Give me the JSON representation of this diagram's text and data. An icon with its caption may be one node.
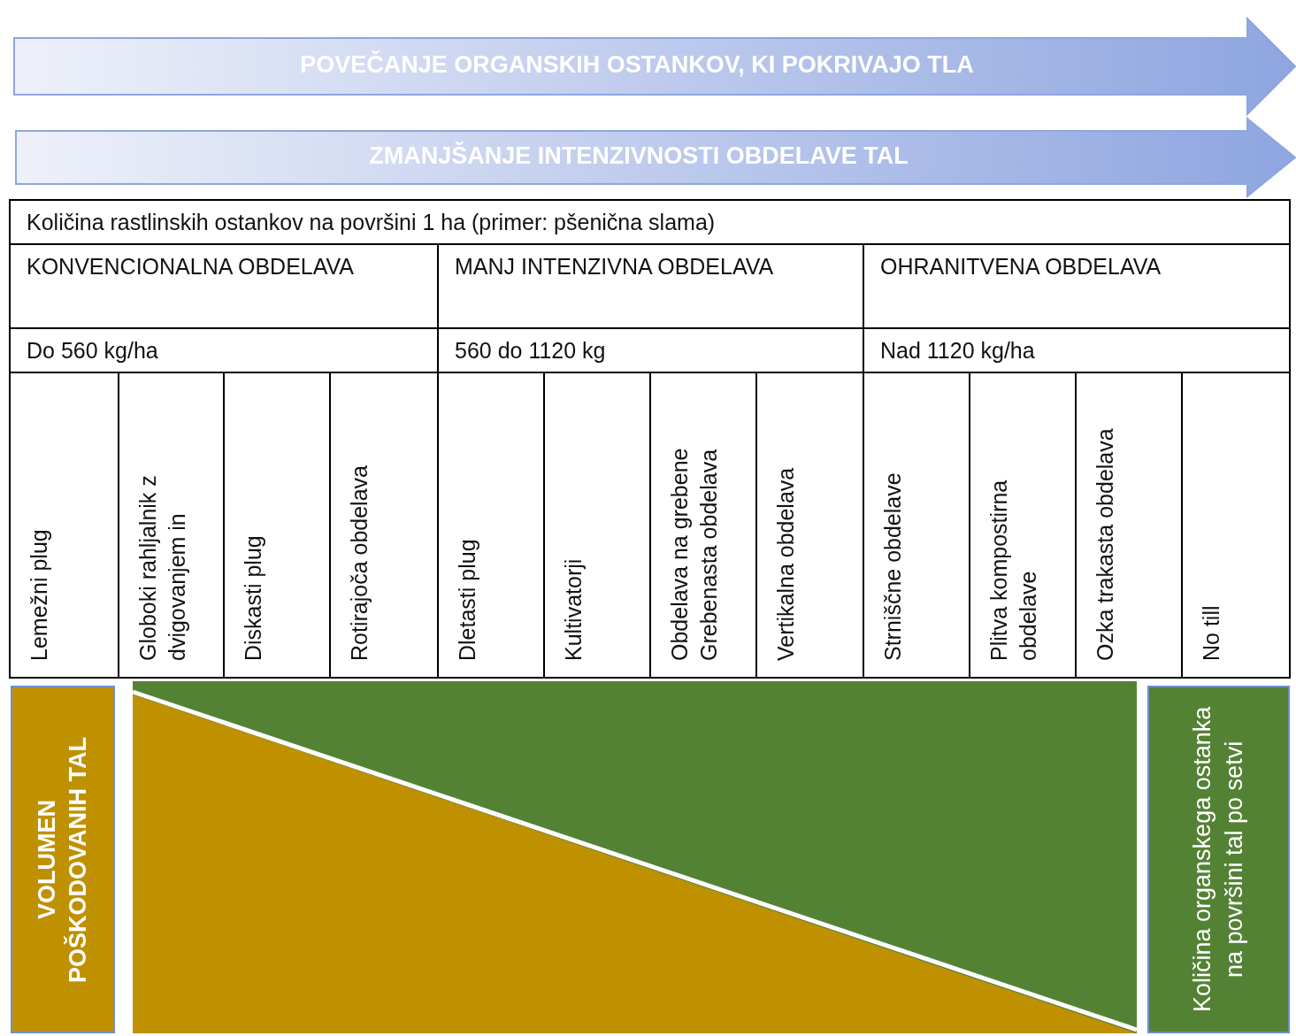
{
  "diagram": {
    "nodes": [
      {
        "text": [
          "POVEČANJE ORGANSKIH OSTANKOV, KI POKRIVAJO TLA"
        ]
      },
      {
        "text": [
          "ZMANJŠANJE INTENZIVNOSTI OBDELAVE TAL"
        ]
      },
      {
        "text": [
          "VOLUMEN POŠKODOVANIH TAL"
        ]
      },
      {
        "text": [
          "Količina organskega ostanka na površini tal po setvi"
        ]
      }
    ],
    "edges": [],
    "labels": [
      "Količina rastlinskih ostankov na površini 1 ha (primer: pšenična slama)",
      "KONVENCIONALNA OBDELAVA",
      "MANJ INTENZIVNA OBDELAVA",
      "OHRANITVENA OBDELAVA",
      "Do 560 kg/ha",
      "560 do 1120 kg",
      "Nad 1120 kg/ha",
      "Lemežni plug",
      "Globoki rahljalnik z dvigovanjem in",
      "Diskasti plug",
      "Rotirajoča obdelava",
      "Dletasti plug",
      "Kultivatorji",
      "Obdelava na grebene Grebenasta obdelava",
      "Vertikalna obdelava",
      "Strniščne obdelave",
      "Plitva kompostirna obdelave",
      "Ozka trakasta obdelava",
      "No till"
    ]
  }
}
